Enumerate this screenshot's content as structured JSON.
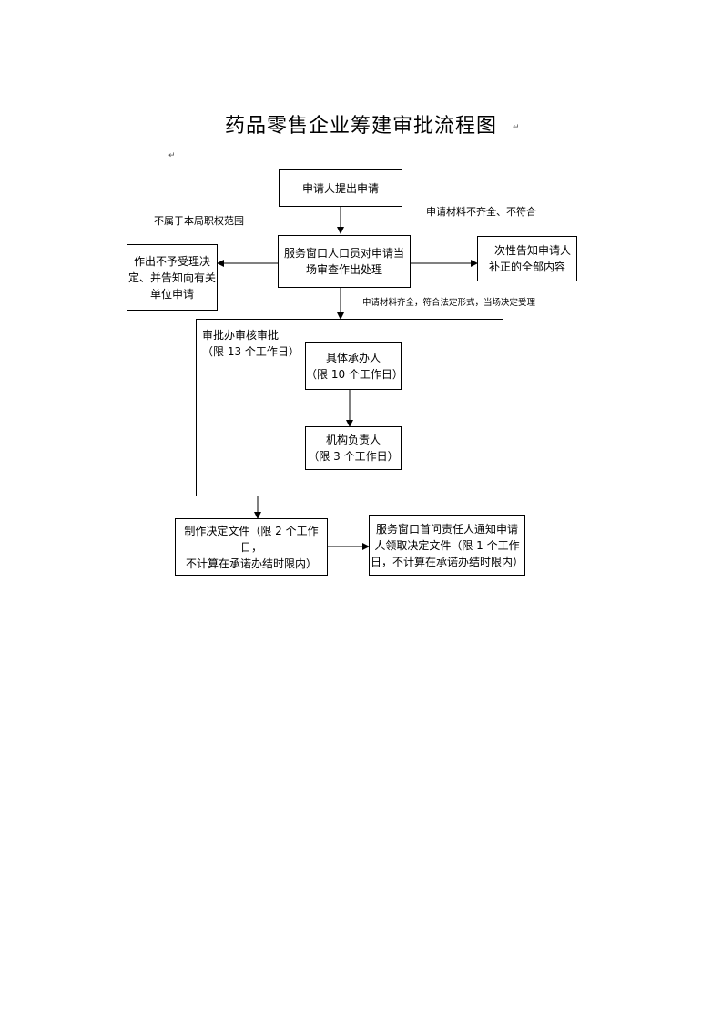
{
  "title": "药品零售企业筹建审批流程图",
  "nodes": {
    "apply": "申请人提出申请",
    "window_review": [
      "服务窗口人口员对申请当",
      "场审查作出处理"
    ],
    "reject": [
      "作出不予受理决",
      "定、并告知向有关",
      "单位申请"
    ],
    "supplement": [
      "一次性告知申请人",
      "补正的全部内容"
    ],
    "handler": [
      "具体承办人",
      "（限 10 个工作日）"
    ],
    "leader": [
      "机构负责人",
      "（限 3 个工作日）"
    ],
    "decision_doc": [
      "制作决定文件（限 2 个工作日，",
      "不计算在承诺办结时限内）"
    ],
    "notify": [
      "服务窗口首问责任人通知申请",
      "人领取决定文件（限 1 个工作",
      "日，不计算在承诺办结时限内）"
    ]
  },
  "group": {
    "label_line1": "审批办审核审批",
    "label_line2": "（限 13 个工作日）"
  },
  "edge_labels": {
    "not_in_scope": "不属于本局职权范围",
    "incomplete": "申请材料不齐全、不符合",
    "complete": "申请材料齐全，符合法定形式，当场决定受理"
  },
  "colors": {
    "line": "#000000",
    "paragraph_mark": "#555555"
  }
}
